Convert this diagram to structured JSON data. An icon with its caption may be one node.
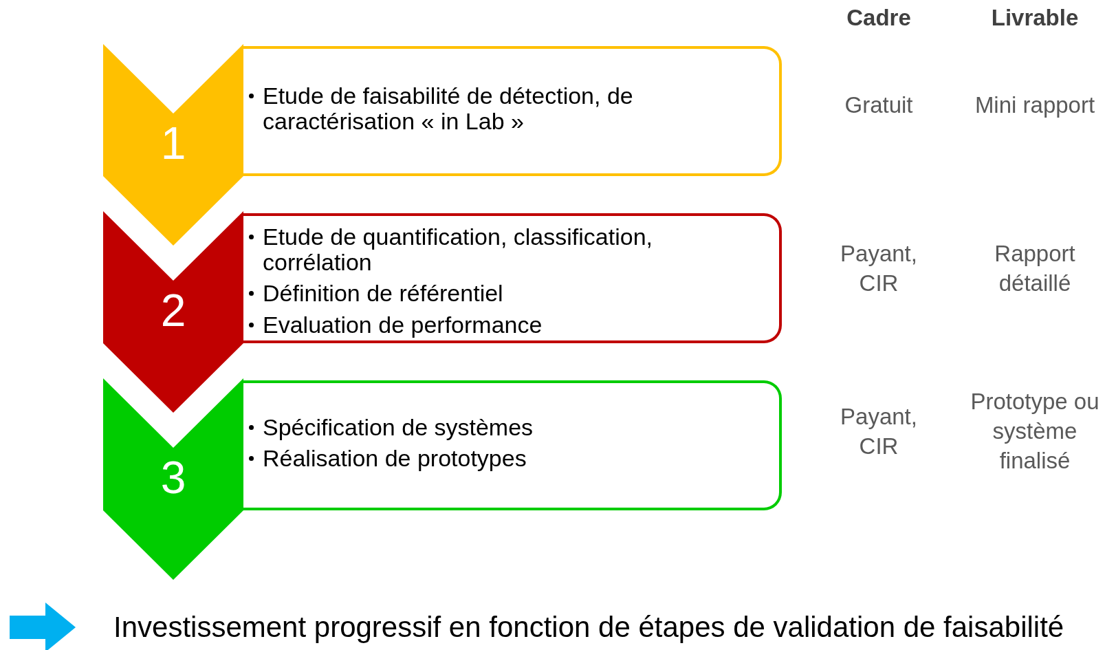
{
  "diagram": {
    "nodes": [
      {
        "text": [
          "1"
        ]
      },
      {
        "text": [
          "Etude de faisabilité de détection, de caractérisation « in Lab »"
        ]
      },
      {
        "text": [
          "2"
        ]
      },
      {
        "text": [
          "Etude de quantification, classification, corrélation",
          "Définition de référentiel",
          "Evaluation de performance"
        ]
      },
      {
        "text": [
          "3"
        ]
      },
      {
        "text": [
          "Spécification de systèmes",
          "Réalisation de prototypes"
        ]
      },
      {
        "text": [
          "Investissement progressif en fonction de étapes de validation de faisabilité"
        ]
      }
    ],
    "edges": [
      {
        "from": null,
        "to": 6,
        "arrow": "to",
        "color": "#00b0f0"
      }
    ],
    "labels": [
      "Cadre",
      "Livrable",
      "Gratuit",
      "Mini rapport",
      "Payant, CIR",
      "Rapport détaillé",
      "Payant, CIR",
      "Prototype ou système finalisé"
    ]
  }
}
